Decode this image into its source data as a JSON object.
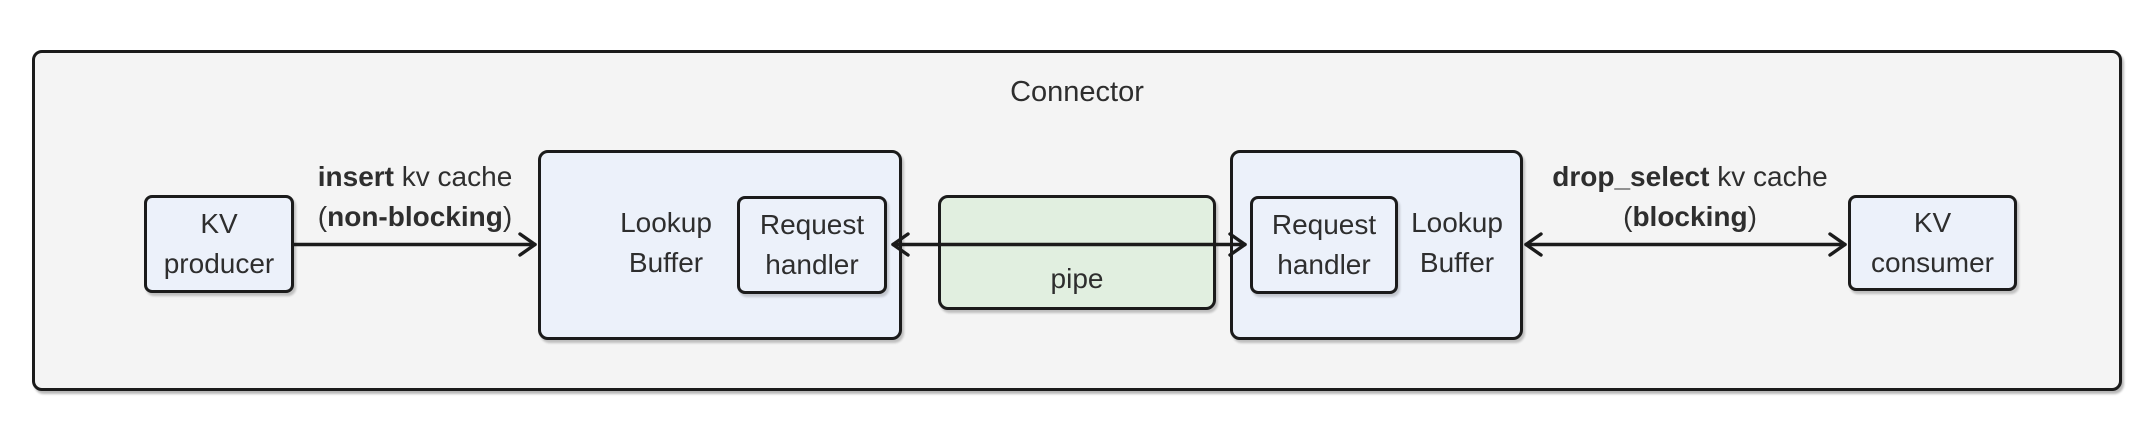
{
  "title": "Connector",
  "nodes": {
    "kv_producer": "KV\nproducer",
    "lookup_buffer_left": "Lookup\nBuffer",
    "request_handler_left": "Request\nhandler",
    "pipe": "pipe",
    "request_handler_right": "Request\nhandler",
    "lookup_buffer_right": "Lookup\nBuffer",
    "kv_consumer": "KV\nconsumer"
  },
  "edges": {
    "insert": {
      "bold": "insert",
      "rest": " kv cache",
      "paren_open": "(",
      "paren_bold": "non-blocking",
      "paren_close": ")"
    },
    "drop_select": {
      "bold": "drop_select",
      "rest": " kv cache",
      "paren_open": "(",
      "paren_bold": "blocking",
      "paren_close": ")"
    }
  },
  "colors": {
    "border": "#1b1b1b",
    "text": "#2e2e2e",
    "node_fill": "#ecf1fa",
    "pipe_fill": "#e1efe0",
    "container_fill": "#f4f4f4"
  }
}
